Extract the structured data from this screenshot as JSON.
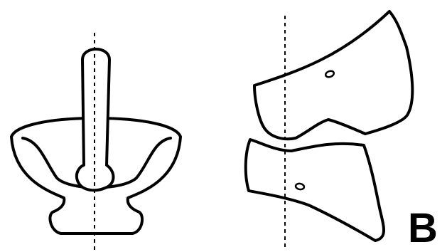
{
  "figure": {
    "panel_label": "B"
  },
  "colors": {
    "stroke": "#000000",
    "background": "#ffffff"
  },
  "icons": {
    "left_object": "mortar-and-pestle",
    "right_object": "ball-and-socket-joint"
  }
}
